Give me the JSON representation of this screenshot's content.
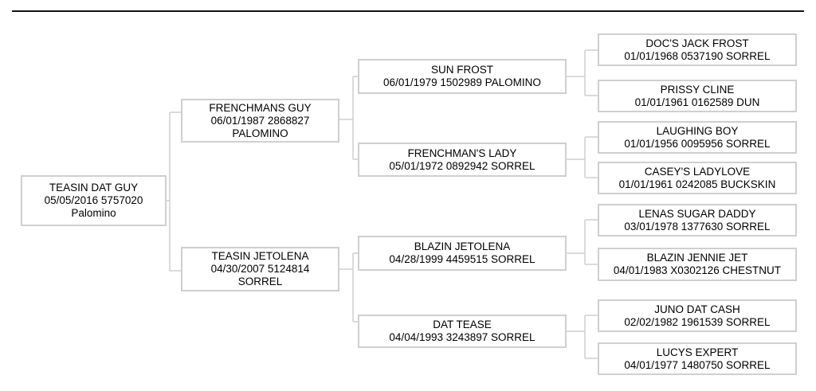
{
  "pedigree": {
    "subject": {
      "lines": [
        "TEASIN DAT GUY",
        "05/05/2016 5757020",
        "Palomino"
      ]
    },
    "sire": {
      "lines": [
        "FRENCHMANS GUY",
        "06/01/1987 2868827",
        "PALOMINO"
      ]
    },
    "dam": {
      "lines": [
        "TEASIN JETOLENA",
        "04/30/2007 5124814",
        "SORREL"
      ]
    },
    "sire_sire": {
      "lines": [
        "SUN FROST",
        "06/01/1979 1502989 PALOMINO"
      ]
    },
    "sire_dam": {
      "lines": [
        "FRENCHMAN'S LADY",
        "05/01/1972 0892942 SORREL"
      ]
    },
    "dam_sire": {
      "lines": [
        "BLAZIN JETOLENA",
        "04/28/1999 4459515 SORREL"
      ]
    },
    "dam_dam": {
      "lines": [
        "DAT TEASE",
        "04/04/1993 3243897 SORREL"
      ]
    },
    "ss_sire": {
      "lines": [
        "DOC'S JACK FROST",
        "01/01/1968 0537190 SORREL"
      ]
    },
    "ss_dam": {
      "lines": [
        "PRISSY CLINE",
        "01/01/1961 0162589 DUN"
      ]
    },
    "sd_sire": {
      "lines": [
        "LAUGHING BOY",
        "01/01/1956 0095956 SORREL"
      ]
    },
    "sd_dam": {
      "lines": [
        "CASEY'S LADYLOVE",
        "01/01/1961 0242085 BUCKSKIN"
      ]
    },
    "ds_sire": {
      "lines": [
        "LENAS SUGAR DADDY",
        "03/01/1978 1377630 SORREL"
      ]
    },
    "ds_dam": {
      "lines": [
        "BLAZIN JENNIE JET",
        "04/01/1983 X0302126 CHESTNUT"
      ]
    },
    "dd_sire": {
      "lines": [
        "JUNO DAT CASH",
        "02/02/1982 1961539 SORREL"
      ]
    },
    "dd_dam": {
      "lines": [
        "LUCYS EXPERT",
        "04/01/1977 1480750 SORREL"
      ]
    }
  },
  "colors": {
    "box_border": "#cfcfcf",
    "connector": "#cfcfcf",
    "top_rule": "#111111",
    "text": "#000000"
  }
}
